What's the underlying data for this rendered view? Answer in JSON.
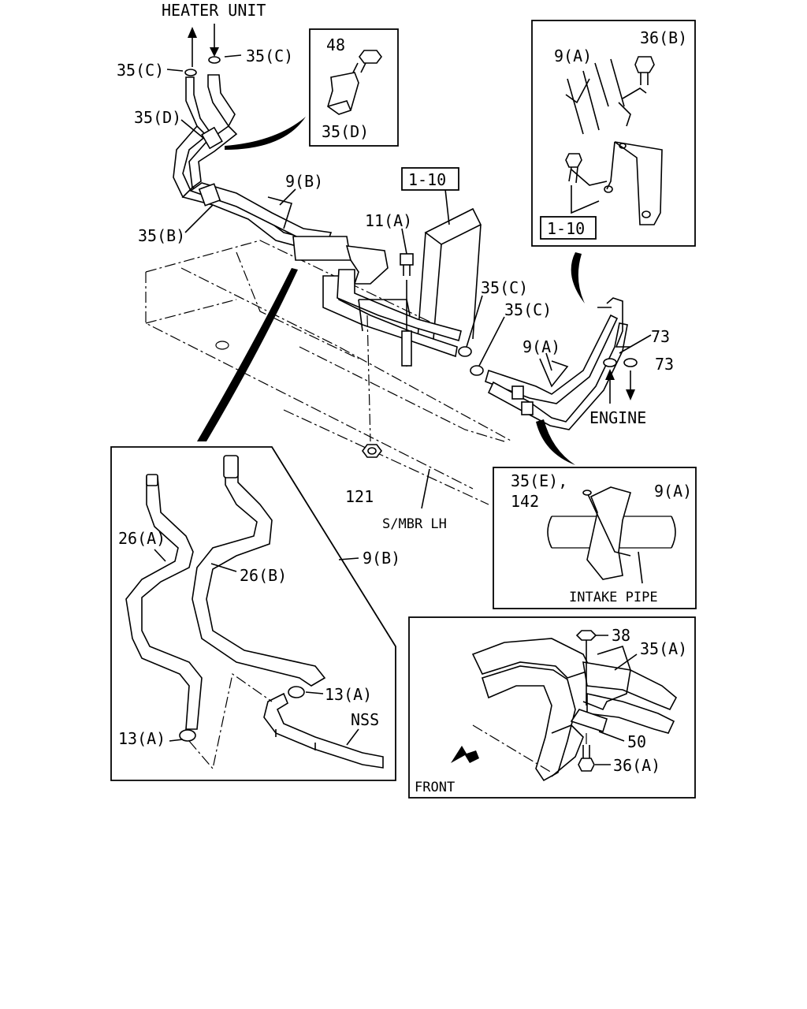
{
  "labels": {
    "heater_unit": "HEATER UNIT",
    "c35_left": "35(C)",
    "c35_right": "35(C)",
    "d35_top": "35(D)",
    "b9_main": "9(B)",
    "b35_main": "35(B)",
    "ref_1_10_main": "1-10",
    "a11": "11(A)",
    "c35_mid1": "35(C)",
    "c35_mid2": "35(C)",
    "a9_main": "9(A)",
    "n73_a": "73",
    "n73_b": "73",
    "engine": "ENGINE",
    "n121": "121",
    "smbr_lh": "S/MBR LH",
    "inset_clip": {
      "n48": "48",
      "d35": "35(D)"
    },
    "inset_bracket": {
      "a9": "9(A)",
      "b36": "36(B)",
      "ref_1_10": "1-10"
    },
    "inset_hoses": {
      "a26": "26(A)",
      "b26": "26(B)",
      "b9": "9(B)",
      "a13_left": "13(A)",
      "a13_right": "13(A)",
      "nss": "NSS"
    },
    "inset_intake": {
      "e35": "35(E),",
      "n142": "142",
      "a9": "9(A)",
      "intake_pipe": "INTAKE PIPE"
    },
    "inset_front": {
      "n38": "38",
      "a35": "35(A)",
      "n50": "50",
      "a36": "36(A)",
      "front": "FRONT"
    }
  }
}
